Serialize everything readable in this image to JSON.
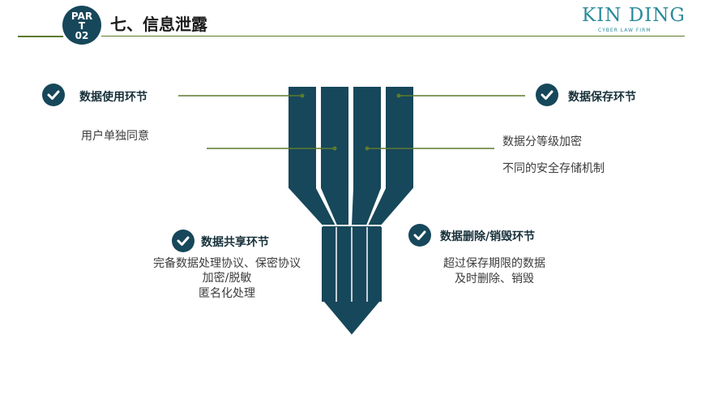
{
  "header": {
    "part_line1": "PAR",
    "part_line2": "T",
    "part_line3": "02",
    "title": "七、信息泄露"
  },
  "logo": {
    "name": "KIN DING",
    "tagline": "CYBER LAW FIRM"
  },
  "stages": {
    "use": {
      "title": "数据使用环节",
      "details": [
        "用户单独同意"
      ]
    },
    "storage": {
      "title": "数据保存环节",
      "details": [
        "数据分等级加密",
        "不同的安全存储机制"
      ]
    },
    "sharing": {
      "title": "数据共享环节",
      "details": [
        "完备数据处理协议、保密协议",
        "加密/脱敏",
        "匿名化处理"
      ]
    },
    "deletion": {
      "title": "数据删除/销毁环节",
      "details": [
        "超过保存期限的数据",
        "及时删除、销毁"
      ]
    }
  },
  "colors": {
    "primary": "#17475a",
    "accent_line": "#5b7a2e",
    "logo": "#2a8a9a"
  },
  "icons": [
    "check-icon"
  ]
}
